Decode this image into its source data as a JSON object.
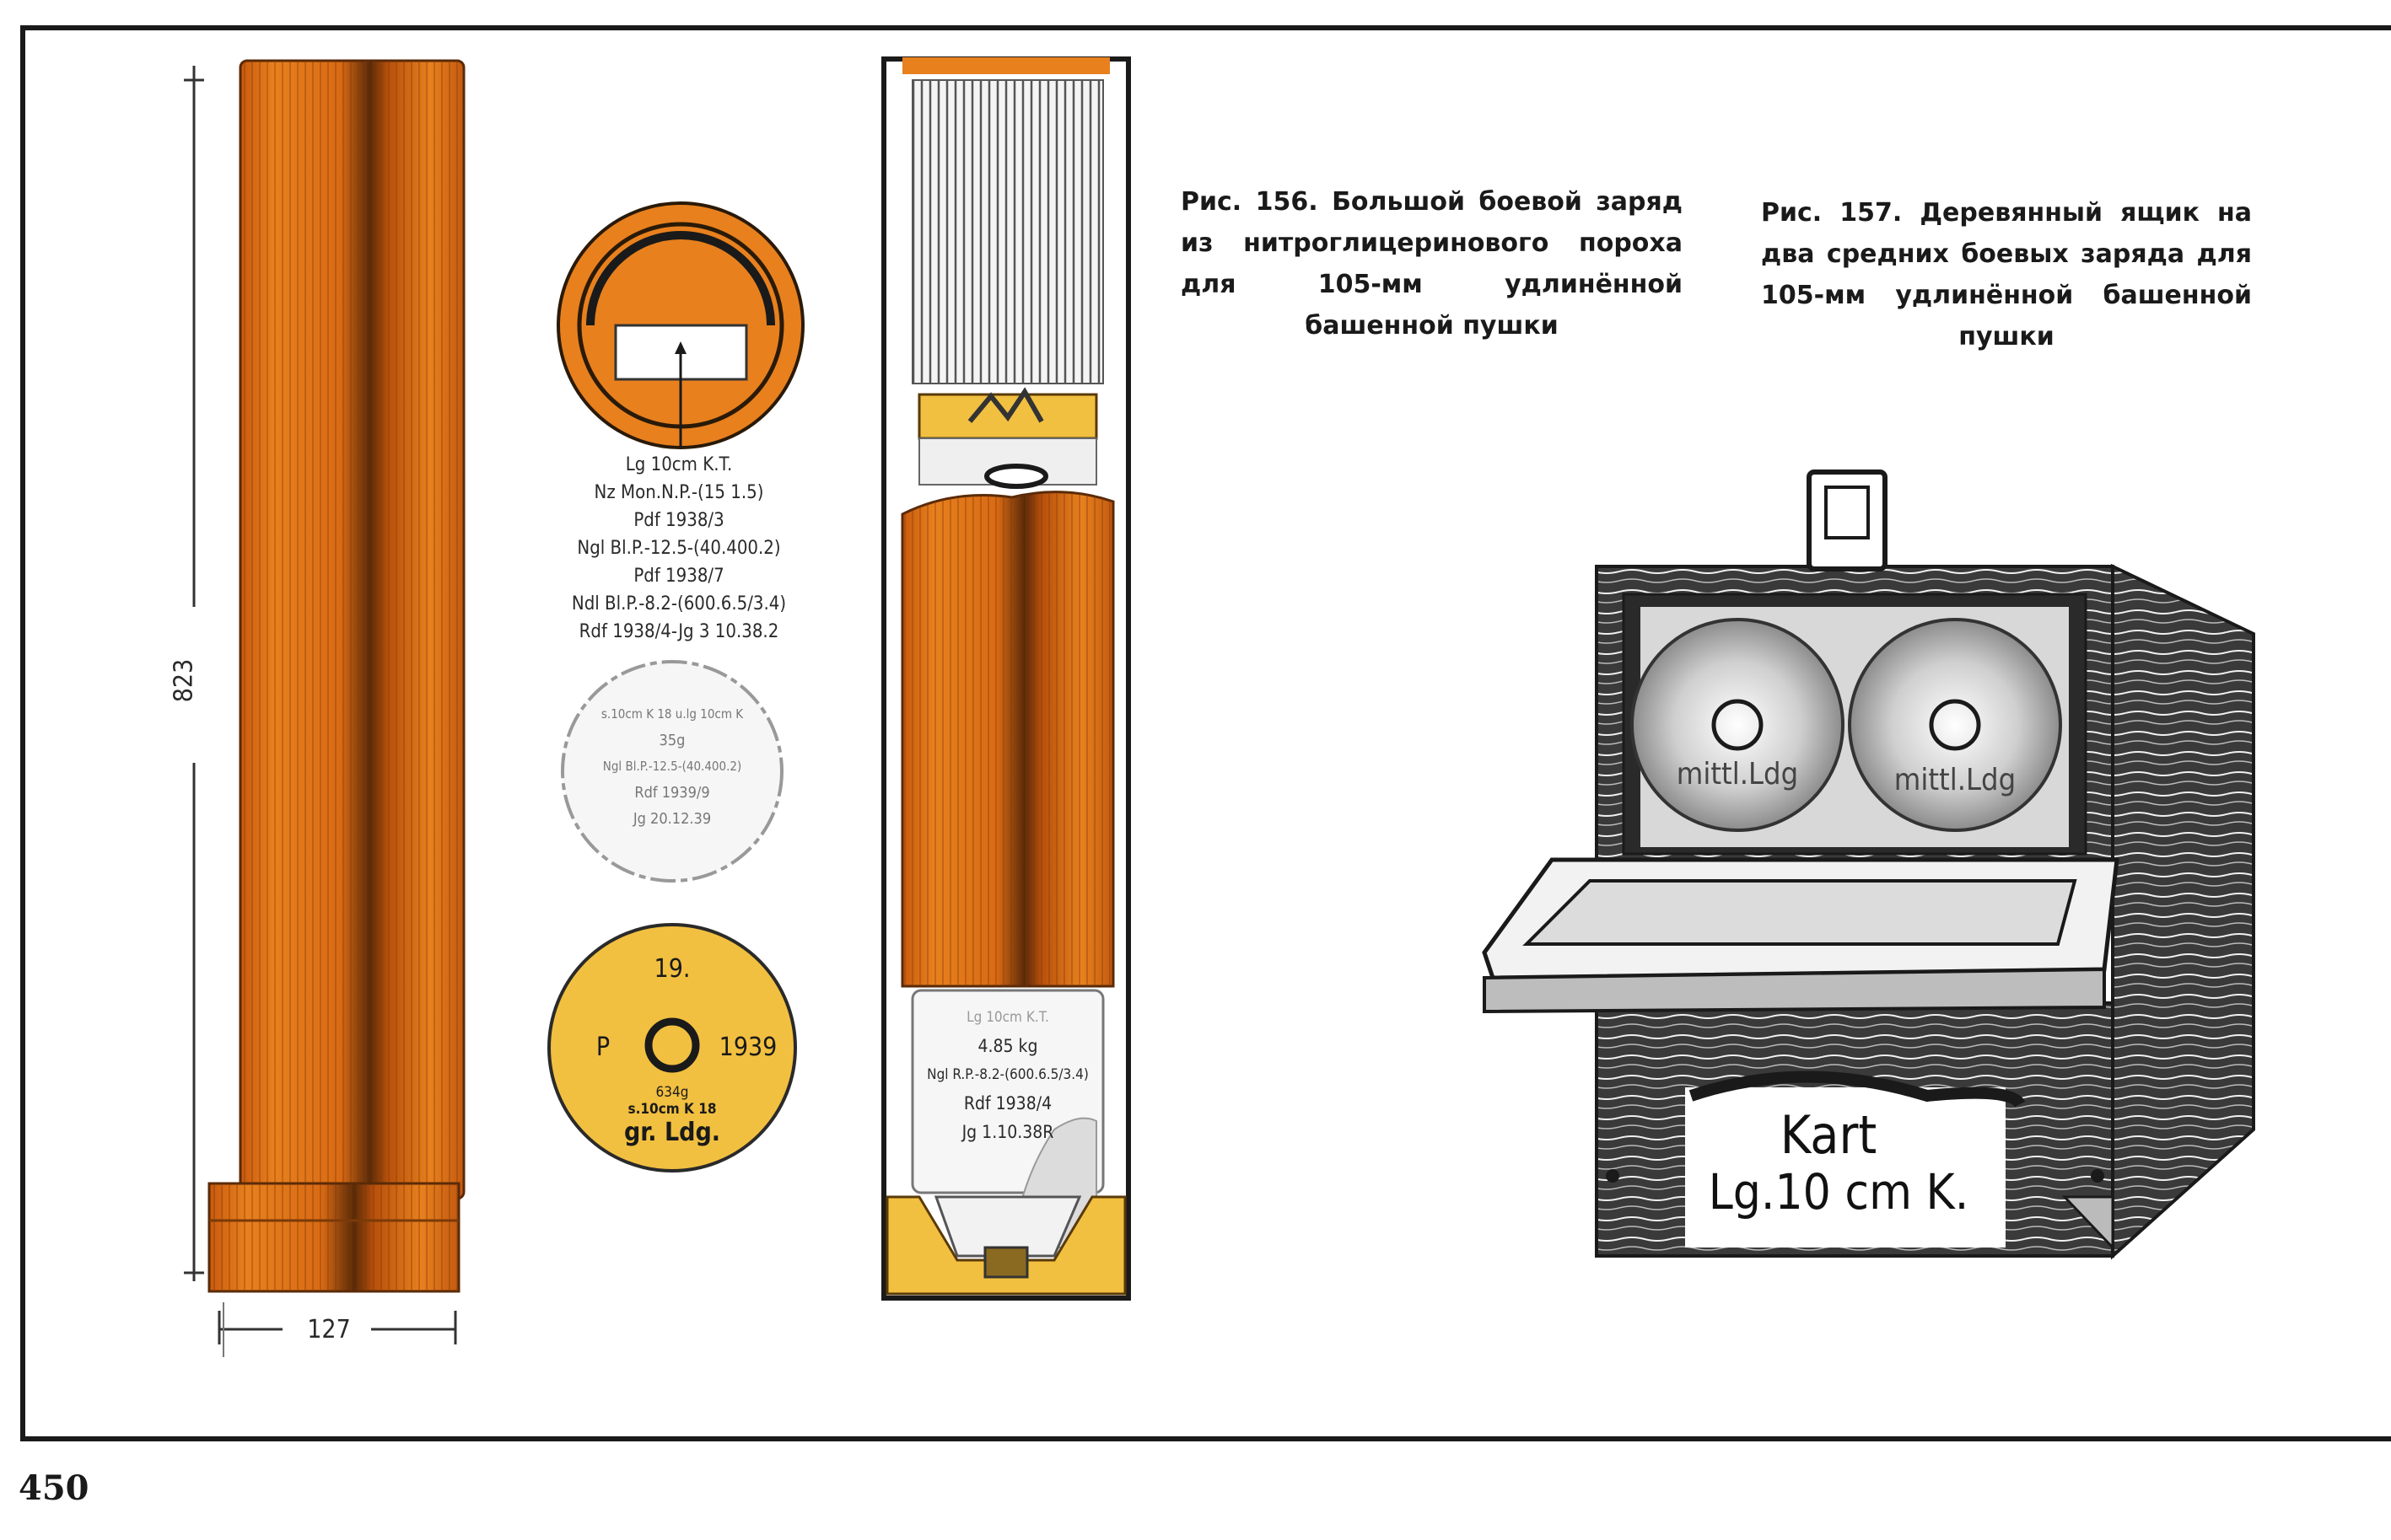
{
  "figures": {
    "fig156": {
      "caption": "Рис. 156. Большой боевой заряд из нитроглицеринового пороха для 105-мм удлинённой башенной пушки"
    },
    "fig157": {
      "caption": "Рис. 157. Деревянный ящик на два средних боевых заряда для 105-мм удлинённой башенной пушки"
    }
  },
  "dimensions": {
    "height": "823",
    "width": "127"
  },
  "top_marking": [
    "Lg 10cm K.T.",
    "Nz  Mon.N.P.-(15 1.5)",
    "Pdf 1938/3",
    "Ngl Bl.P.-12.5-(40.400.2)",
    "Pdf 1938/7",
    "Ndl Bl.P.-8.2-(600.6.5/3.4)",
    "Rdf 1938/4-Jg 3 10.38.2"
  ],
  "grey_marking": [
    "s.10cm K 18 u.lg 10cm K",
    "35g",
    "Ngl Bl.P.-12.5-(40.400.2)",
    "Rdf 1939/9",
    "Jg 20.12.39"
  ],
  "base_marking": {
    "top": "19.",
    "left": "P",
    "right": "1939",
    "weight": "634g",
    "type": "s.10cm K 18",
    "name": "gr. Ldg."
  },
  "section_marking": [
    "Lg 10cm K.T.",
    "4.85 kg",
    "Ngl R.P.-8.2-(600.6.5/3.4)",
    "Rdf 1938/4",
    "Jg 1.10.38R"
  ],
  "box": {
    "charge_label_1": "mittl.Ldg",
    "charge_label_2": "mittl.Ldg",
    "label_line1": "Kart",
    "label_line2": "Lg.10 cm K."
  },
  "page_number": "450",
  "colors": {
    "orange": "#e8801e",
    "yellow": "#f2c040",
    "ink": "#1a1a1a"
  }
}
